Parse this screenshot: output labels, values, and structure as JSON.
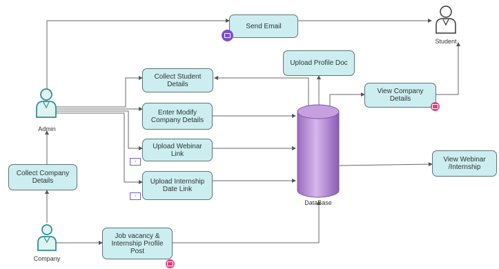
{
  "actors": {
    "student": "Student",
    "admin": "Admin",
    "company": "Company"
  },
  "processes": {
    "send_email": "Send Email",
    "upload_profile_doc": "Upload Profile Doc",
    "collect_student_details": "Collect Student Details",
    "enter_modify_company_details": "Enter Modify Company Details",
    "upload_webinar_link": "Upload Webinar Link",
    "upload_internship_date_link": "Upload Internship Date Link",
    "view_company_details": "View Company Details",
    "view_webinar_internship": "View Webinar /Internship",
    "collect_company_details": "Collect Company Details",
    "job_vacancy_post": "Job vacancy & Internship Profile Post"
  },
  "database": {
    "label": "DataBase"
  },
  "colors": {
    "box_fill": "#cdeef0",
    "box_border": "#5a7275",
    "database": "#b98ad6",
    "email_badge": "#7b4fd0",
    "pink_badge": "#e0407a",
    "actor_stroke": "#2f8f8f"
  }
}
